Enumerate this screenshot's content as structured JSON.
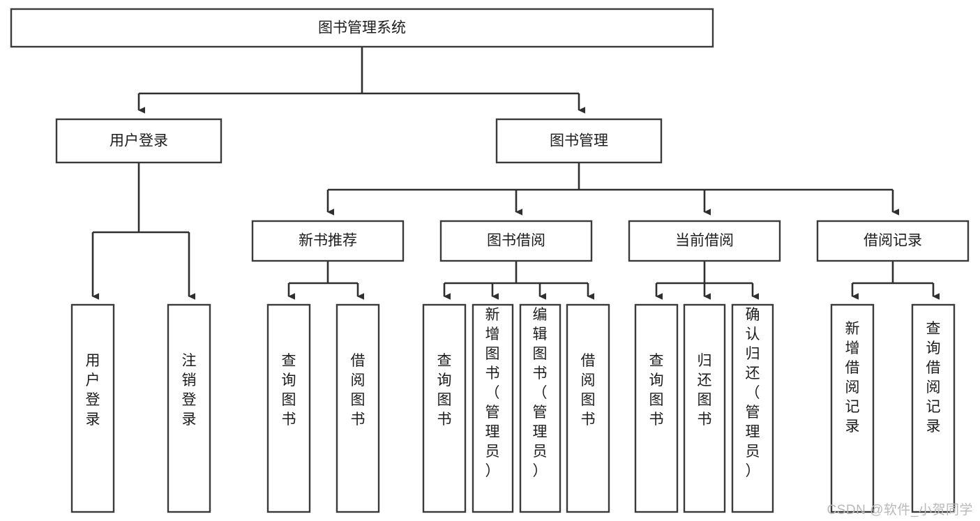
{
  "diagram": {
    "type": "tree-hierarchy",
    "orientation": "top-down",
    "title_node": "图书管理系统",
    "watermark": "CSDN @软件_小贺同学",
    "colors": {
      "box_fill": "#ffffff",
      "box_stroke": "#3a3a3a",
      "connector": "#2f2f2f",
      "text": "#1c1c1c",
      "watermark": "#b9b9b9",
      "background": "#ffffff"
    },
    "levels": {
      "root": [
        "图书管理系统"
      ],
      "level2": [
        "用户登录",
        "图书管理"
      ],
      "level3": [
        "新书推荐",
        "图书借阅",
        "当前借阅",
        "借阅记录"
      ],
      "leaves": [
        "用户登录",
        "注销登录",
        "查询图书",
        "借阅图书",
        "查询图书",
        "新增图书（管理员）",
        "编辑图书（管理员）",
        "借阅图书",
        "查询图书",
        "归还图书",
        "确认归还（管理员）",
        "新增借阅记录",
        "查询借阅记录"
      ]
    },
    "nodes": {
      "root": {
        "label": "图书管理系统"
      },
      "user_login": {
        "label": "用户登录"
      },
      "book_manage": {
        "label": "图书管理"
      },
      "new_book_rec": {
        "label": "新书推荐"
      },
      "book_borrow": {
        "label": "图书借阅"
      },
      "current_borrow": {
        "label": "当前借阅"
      },
      "borrow_record": {
        "label": "借阅记录"
      },
      "leaf_user_login": {
        "label": "用户登录"
      },
      "leaf_logout": {
        "label": "注销登录"
      },
      "leaf_query_book_a": {
        "label": "查询图书"
      },
      "leaf_borrow_book_a": {
        "label": "借阅图书"
      },
      "leaf_query_book_b": {
        "label": "查询图书"
      },
      "leaf_add_book": {
        "label": "新增图书（管理员）"
      },
      "leaf_edit_book": {
        "label": "编辑图书（管理员）"
      },
      "leaf_borrow_book_b": {
        "label": "借阅图书"
      },
      "leaf_query_book_c": {
        "label": "查询图书"
      },
      "leaf_return_book": {
        "label": "归还图书"
      },
      "leaf_confirm_return": {
        "label": "确认归还（管理员）"
      },
      "leaf_add_record": {
        "label": "新增借阅记录"
      },
      "leaf_query_record": {
        "label": "查询借阅记录"
      }
    },
    "edges": [
      {
        "from": "图书管理系统",
        "to": "用户登录"
      },
      {
        "from": "图书管理系统",
        "to": "图书管理"
      },
      {
        "from": "用户登录",
        "to": "用户登录"
      },
      {
        "from": "用户登录",
        "to": "注销登录"
      },
      {
        "from": "图书管理",
        "to": "新书推荐"
      },
      {
        "from": "图书管理",
        "to": "图书借阅"
      },
      {
        "from": "图书管理",
        "to": "当前借阅"
      },
      {
        "from": "图书管理",
        "to": "借阅记录"
      },
      {
        "from": "新书推荐",
        "to": "查询图书"
      },
      {
        "from": "新书推荐",
        "to": "借阅图书"
      },
      {
        "from": "图书借阅",
        "to": "查询图书"
      },
      {
        "from": "图书借阅",
        "to": "新增图书（管理员）"
      },
      {
        "from": "图书借阅",
        "to": "编辑图书（管理员）"
      },
      {
        "from": "图书借阅",
        "to": "借阅图书"
      },
      {
        "from": "当前借阅",
        "to": "查询图书"
      },
      {
        "from": "当前借阅",
        "to": "归还图书"
      },
      {
        "from": "当前借阅",
        "to": "确认归还（管理员）"
      },
      {
        "from": "借阅记录",
        "to": "新增借阅记录"
      },
      {
        "from": "借阅记录",
        "to": "查询借阅记录"
      }
    ]
  }
}
